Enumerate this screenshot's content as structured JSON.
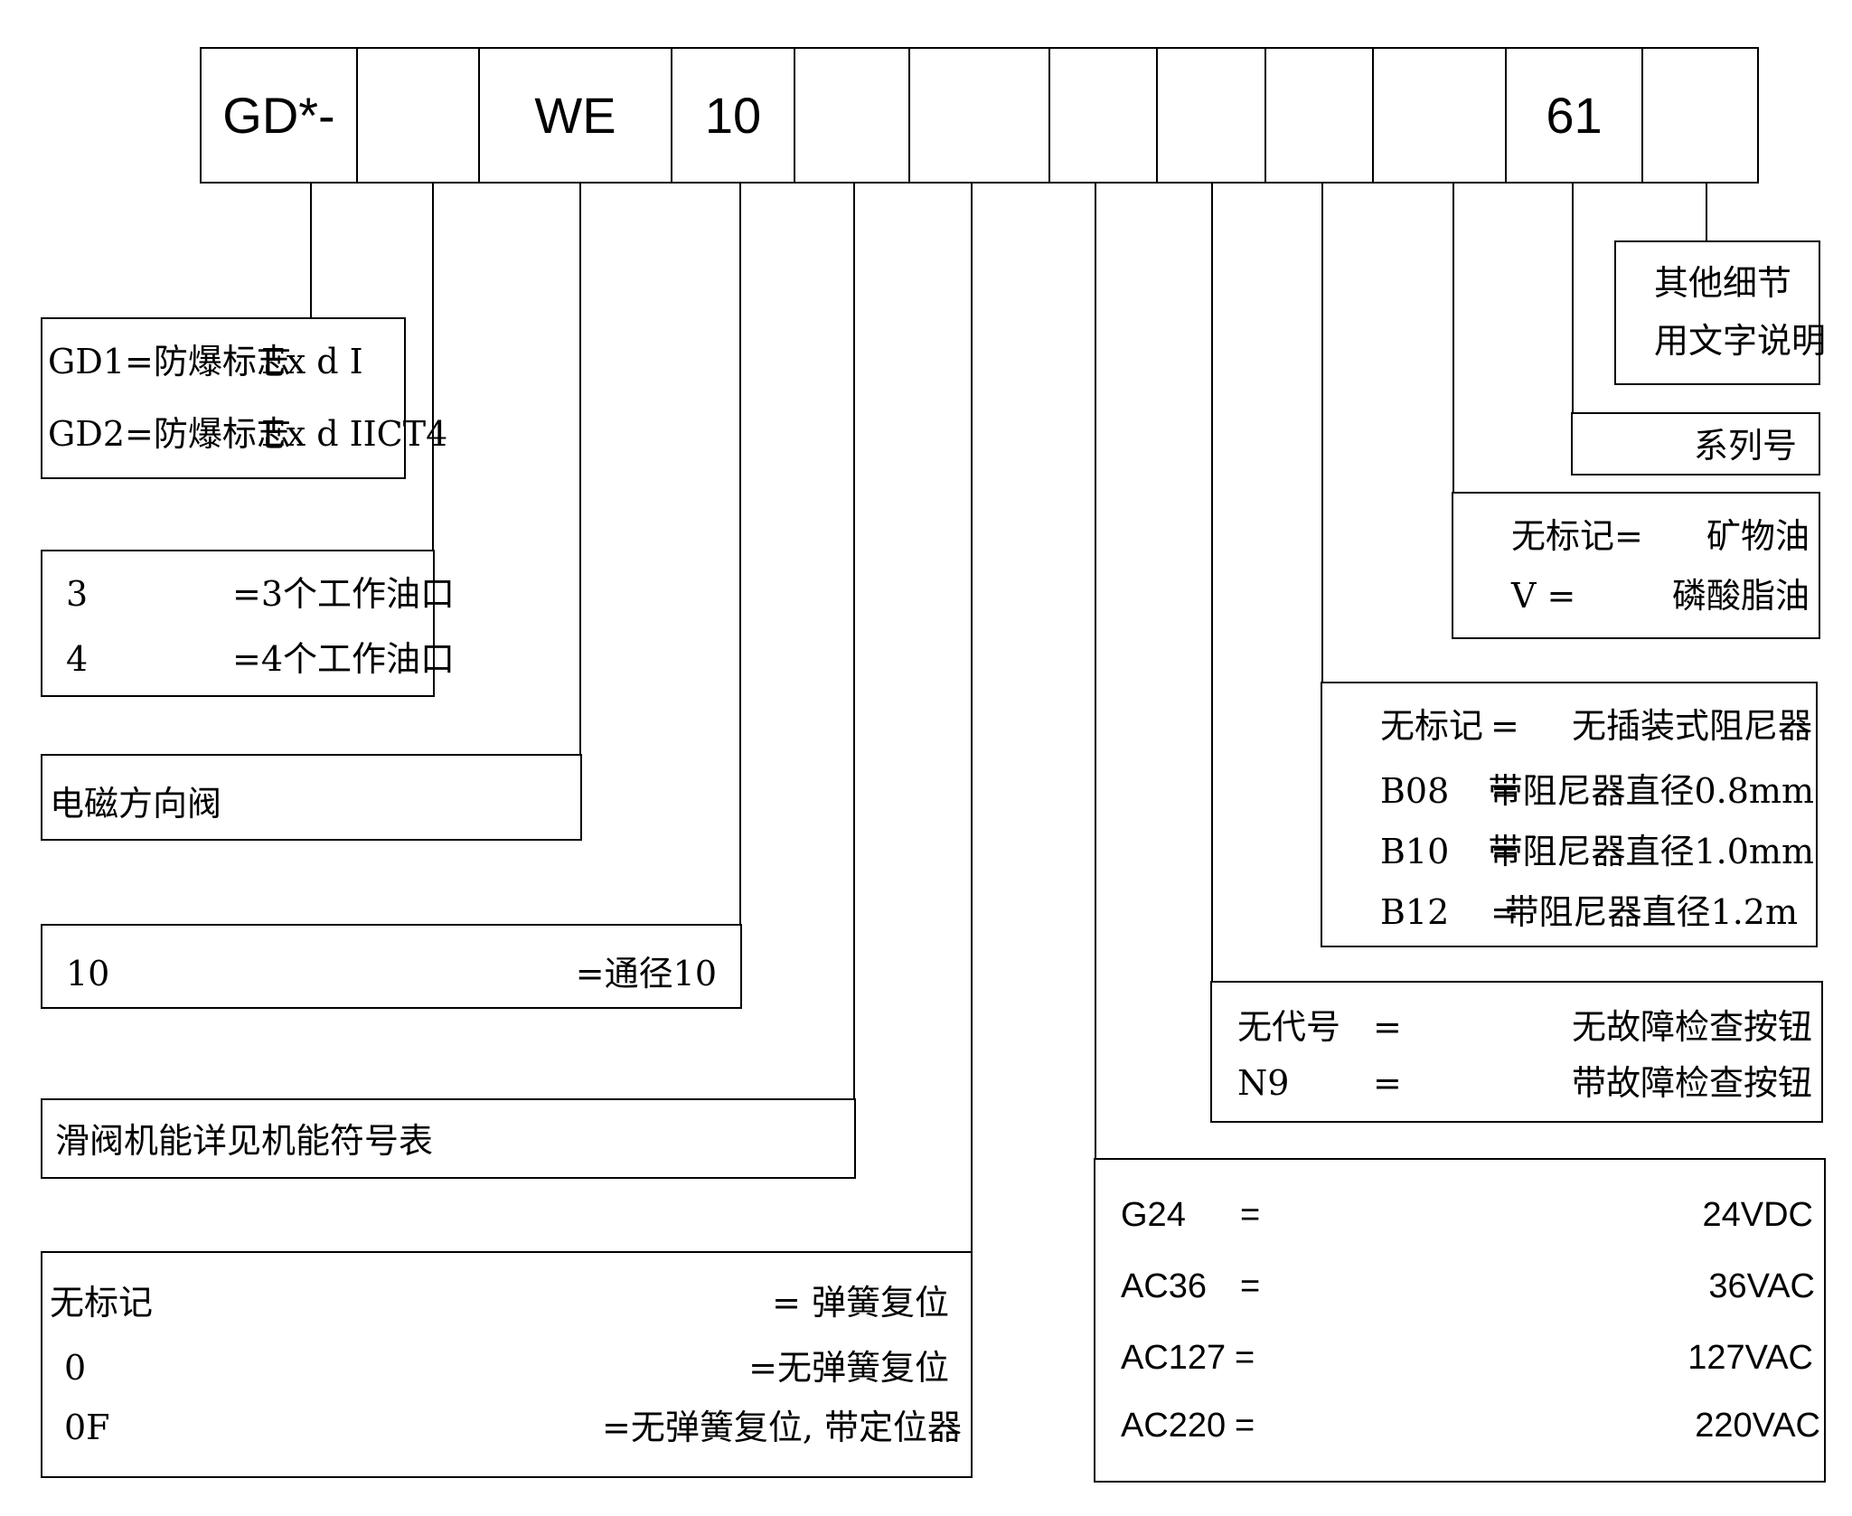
{
  "code_row": {
    "cells": [
      "GD*-",
      "",
      "WE",
      "10",
      "",
      "",
      "",
      "",
      "",
      "",
      "61",
      ""
    ]
  },
  "box_protection": {
    "lines": [
      {
        "code": "GD1=防爆标志",
        "mark": "Ex d  I"
      },
      {
        "code": "GD2=防爆标志",
        "mark": "Ex d  IICT4"
      }
    ]
  },
  "box_ports": {
    "rows": [
      {
        "code": "3",
        "desc": "=3个工作油口"
      },
      {
        "code": "4",
        "desc": "=4个工作油口"
      }
    ]
  },
  "box_valve_type": {
    "text": "电磁方向阀"
  },
  "box_size": {
    "code": "10",
    "desc": "=通径10"
  },
  "box_function": {
    "text": "滑阀机能详见机能符号表"
  },
  "box_reset": {
    "rows": [
      {
        "code": "无标记",
        "desc": "= 弹簧复位"
      },
      {
        "code": "0",
        "desc": "=无弹簧复位"
      },
      {
        "code": "0F",
        "desc": "=无弹簧复位, 带定位器"
      }
    ]
  },
  "box_voltage": {
    "rows": [
      {
        "code": "G24",
        "eq": "=",
        "desc": "24VDC"
      },
      {
        "code": "AC36",
        "eq": "=",
        "desc": "36VAC"
      },
      {
        "code": "AC127",
        "eq": "=",
        "desc": "127VAC"
      },
      {
        "code": "AC220",
        "eq": "=",
        "desc": "220VAC"
      }
    ]
  },
  "box_button": {
    "rows": [
      {
        "code": "无代号",
        "eq": "=",
        "desc": "无故障检查按钮"
      },
      {
        "code": "N9",
        "eq": "=",
        "desc": "带故障检查按钮"
      }
    ]
  },
  "box_damper": {
    "rows": [
      {
        "code": "无标记",
        "eq": "=",
        "desc": "无插装式阻尼器"
      },
      {
        "code": "B08",
        "eq": "=",
        "desc": "带阻尼器直径0.8mm"
      },
      {
        "code": "B10",
        "eq": "=",
        "desc": "带阻尼器直径1.0mm"
      },
      {
        "code": "B12",
        "eq": "=",
        "desc": "带阻尼器直径1.2m"
      }
    ]
  },
  "box_oil": {
    "rows": [
      {
        "code": "无标记=",
        "desc": "矿物油"
      },
      {
        "code": "V =",
        "desc": "磷酸脂油"
      }
    ]
  },
  "box_series": {
    "text": "系列号"
  },
  "box_other": {
    "line1": "其他细节",
    "line2": "用文字说明"
  }
}
